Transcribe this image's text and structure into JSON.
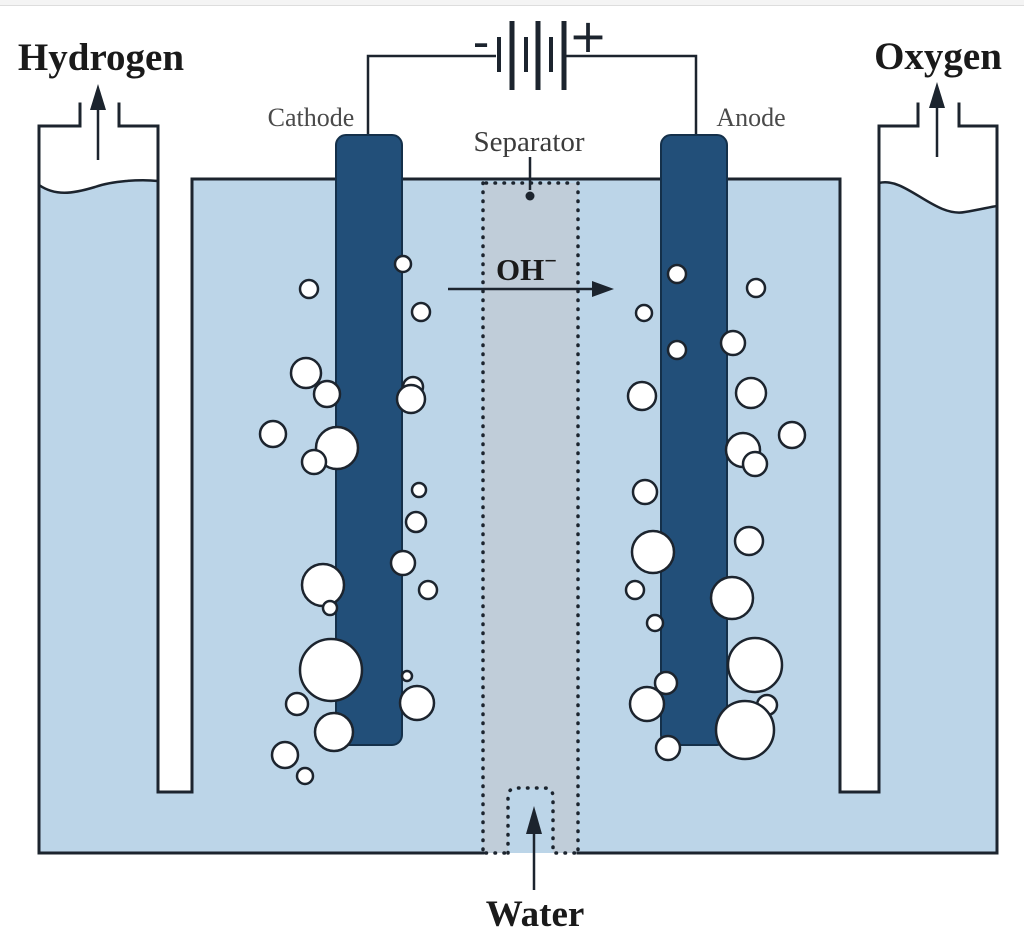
{
  "labels": {
    "hydrogen": "Hydrogen",
    "oxygen": "Oxygen",
    "cathode": "Cathode",
    "anode": "Anode",
    "separator": "Separator",
    "water": "Water",
    "hydroxide_base": "OH",
    "hydroxide_sup": "−",
    "battery_minus": "-",
    "battery_plus": "+"
  },
  "colors": {
    "background": "#ffffff",
    "top_band": "#f4f4f4",
    "water": "#bcd5e8",
    "separator": "#c0cdd9",
    "electrode": "#224f79",
    "electrode_outline": "#14304a",
    "bubble_fill": "#ffffff",
    "line": "#1c242e",
    "text_dark": "#1a1a1a",
    "label_gray": "#4a4a4a",
    "label_sep": "#3c3c3c"
  },
  "diagram": {
    "bubbles": {
      "cathode": [
        [
          309,
          289,
          9
        ],
        [
          403,
          264,
          8
        ],
        [
          421,
          312,
          9
        ],
        [
          306,
          373,
          15
        ],
        [
          327,
          394,
          13
        ],
        [
          413,
          387,
          10
        ],
        [
          411,
          399,
          14
        ],
        [
          273,
          434,
          13
        ],
        [
          337,
          448,
          21
        ],
        [
          314,
          462,
          12
        ],
        [
          419,
          490,
          7
        ],
        [
          416,
          522,
          10
        ],
        [
          403,
          563,
          12
        ],
        [
          323,
          585,
          21
        ],
        [
          428,
          590,
          9
        ],
        [
          330,
          608,
          7
        ],
        [
          331,
          670,
          31
        ],
        [
          407,
          676,
          5
        ],
        [
          297,
          704,
          11
        ],
        [
          417,
          703,
          17
        ],
        [
          334,
          732,
          19
        ],
        [
          285,
          755,
          13
        ],
        [
          305,
          776,
          8
        ]
      ],
      "anode": [
        [
          677,
          274,
          9
        ],
        [
          756,
          288,
          9
        ],
        [
          644,
          313,
          8
        ],
        [
          733,
          343,
          12
        ],
        [
          677,
          350,
          9
        ],
        [
          642,
          396,
          14
        ],
        [
          751,
          393,
          15
        ],
        [
          792,
          435,
          13
        ],
        [
          743,
          450,
          17
        ],
        [
          755,
          464,
          12
        ],
        [
          645,
          492,
          12
        ],
        [
          749,
          541,
          14
        ],
        [
          653,
          552,
          21
        ],
        [
          635,
          590,
          9
        ],
        [
          732,
          598,
          21
        ],
        [
          655,
          623,
          8
        ],
        [
          755,
          665,
          27
        ],
        [
          666,
          683,
          11
        ],
        [
          647,
          704,
          17
        ],
        [
          767,
          705,
          10
        ],
        [
          745,
          730,
          29
        ],
        [
          668,
          748,
          12
        ]
      ]
    }
  }
}
